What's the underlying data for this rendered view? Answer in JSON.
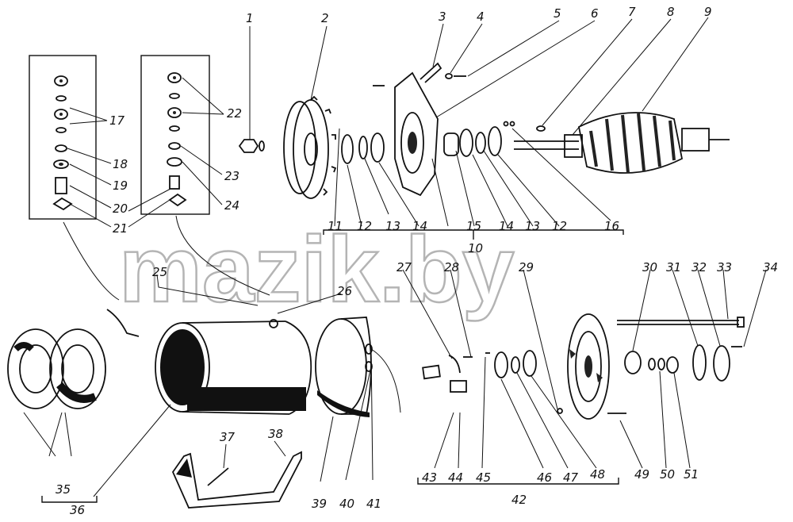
{
  "watermark": "mazik.by",
  "callouts": [
    "1",
    "2",
    "3",
    "4",
    "5",
    "6",
    "7",
    "8",
    "9",
    "10",
    "11",
    "12",
    "13",
    "14",
    "15",
    "16",
    "17",
    "18",
    "19",
    "20",
    "21",
    "22",
    "23",
    "24",
    "25",
    "26",
    "27",
    "28",
    "29",
    "30",
    "31",
    "32",
    "33",
    "34",
    "35",
    "36",
    "37",
    "38",
    "39",
    "40",
    "41",
    "42",
    "43",
    "44",
    "45",
    "46",
    "47",
    "48",
    "49",
    "50",
    "51"
  ],
  "bottom_row_labels": {
    "l11": "11",
    "l12a": "12",
    "l13a": "13",
    "l14a": "14",
    "l15": "15",
    "l14b": "14",
    "l13b": "13",
    "l12b": "12",
    "l16": "16",
    "l10": "10"
  },
  "extra_labels": {
    "l35": "35",
    "l36": "36",
    "l42": "42"
  }
}
